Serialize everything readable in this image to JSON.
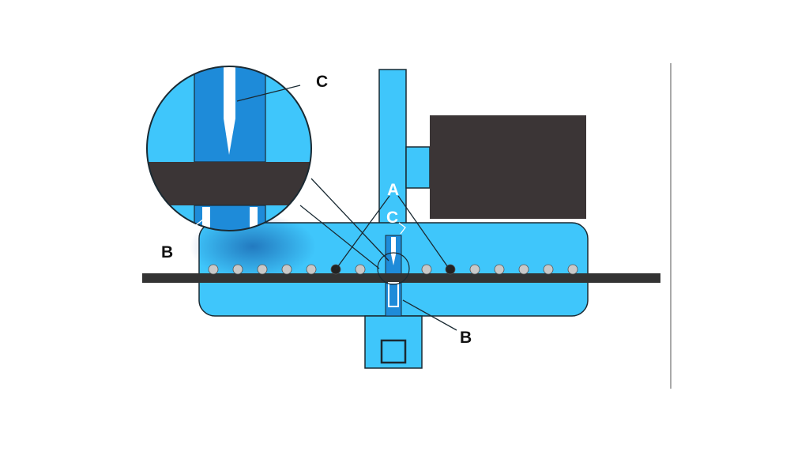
{
  "labels": {
    "a_mid": "A",
    "c_mid": "C",
    "b_right": "B",
    "c_zoom": "C",
    "b_zoom": "B"
  },
  "colors": {
    "body": "#3fc6fb",
    "stroke": "#1a2a33",
    "dark_blue": "#1e8bd9",
    "motor": "#3b3536",
    "belt": "#333333",
    "hole": "#c9c9c9",
    "hole_filled": "#222222",
    "label_dark": "#111111",
    "label_light": "#ffffff"
  },
  "icons": {
    "motor": "dark-rectangle-block",
    "lens": "magnifier-circle",
    "needle": "needle-point"
  }
}
